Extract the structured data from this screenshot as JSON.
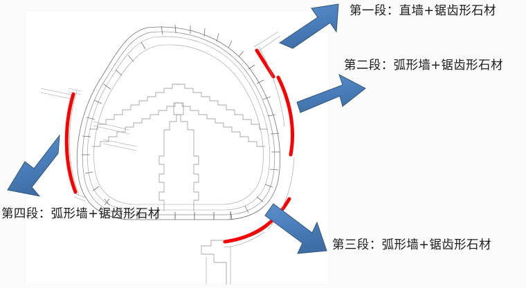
{
  "slide": {
    "background_color": "#fbfbfc",
    "panel_color": "#ffffff",
    "accent_blue": "#4a7ebb",
    "accent_blue_dark": "#3a6498",
    "highlight_red": "#ff0000",
    "line_gray": "#808080"
  },
  "callouts": [
    {
      "id": "segment-1",
      "text": "第一段：直墙+锯齿形石材",
      "segment_label": "第一段",
      "wall_type": "直墙",
      "stone_type": "锯齿形石材",
      "arrow_direction": "up-right"
    },
    {
      "id": "segment-2",
      "text": "第二段：弧形墙+锯齿形石材",
      "segment_label": "第二段",
      "wall_type": "弧形墙",
      "stone_type": "锯齿形石材",
      "arrow_direction": "right"
    },
    {
      "id": "segment-3",
      "text": "第三段：弧形墙+锯齿形石材",
      "segment_label": "第三段",
      "wall_type": "弧形墙",
      "stone_type": "锯齿形石材",
      "arrow_direction": "down-right"
    },
    {
      "id": "segment-4",
      "text": "第四段：弧形墙+锯齿形石材",
      "segment_label": "第四段",
      "wall_type": "弧形墙",
      "stone_type": "锯齿形石材",
      "arrow_direction": "down-left"
    }
  ],
  "drawing": {
    "name": "building-floor-plan",
    "description": "rounded-triangular building floor plan with trefoil sawtooth interior walls",
    "highlighted_segments": [
      {
        "id": "red-segment-1",
        "shape": "straight"
      },
      {
        "id": "red-segment-2",
        "shape": "arc"
      },
      {
        "id": "red-segment-3",
        "shape": "arc"
      },
      {
        "id": "red-segment-4",
        "shape": "arc"
      }
    ]
  }
}
